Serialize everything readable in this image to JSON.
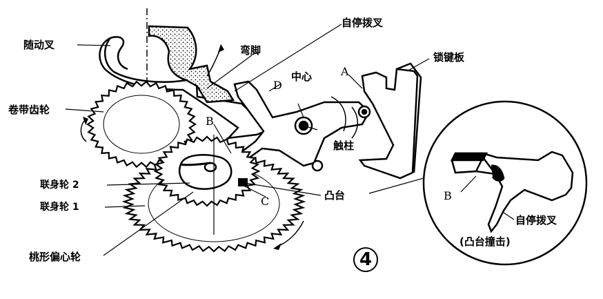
{
  "labels": {
    "follower_fork": "随动叉",
    "auto_stop_fork": "自停拨叉",
    "elbow": "弯脚",
    "lock_key_plate": "锁键板",
    "take_up_gear": "卷带齿轮",
    "letter_d": "D",
    "center": "中心",
    "letter_a": "A",
    "letter_b": "B",
    "contact_post": "触柱",
    "linked_wheel_2": "联身轮 2",
    "linked_wheel_1": "联身轮 1",
    "boss": "凸台",
    "letter_c": "C",
    "peach_cam": "桃形偏心轮",
    "inset_letter_b": "B",
    "inset_auto_stop_fork": "自停拨叉",
    "inset_caption": "(凸台撞击)",
    "figure_number": "4"
  },
  "colors": {
    "ink": "#000000",
    "paper": "#ffffff"
  }
}
